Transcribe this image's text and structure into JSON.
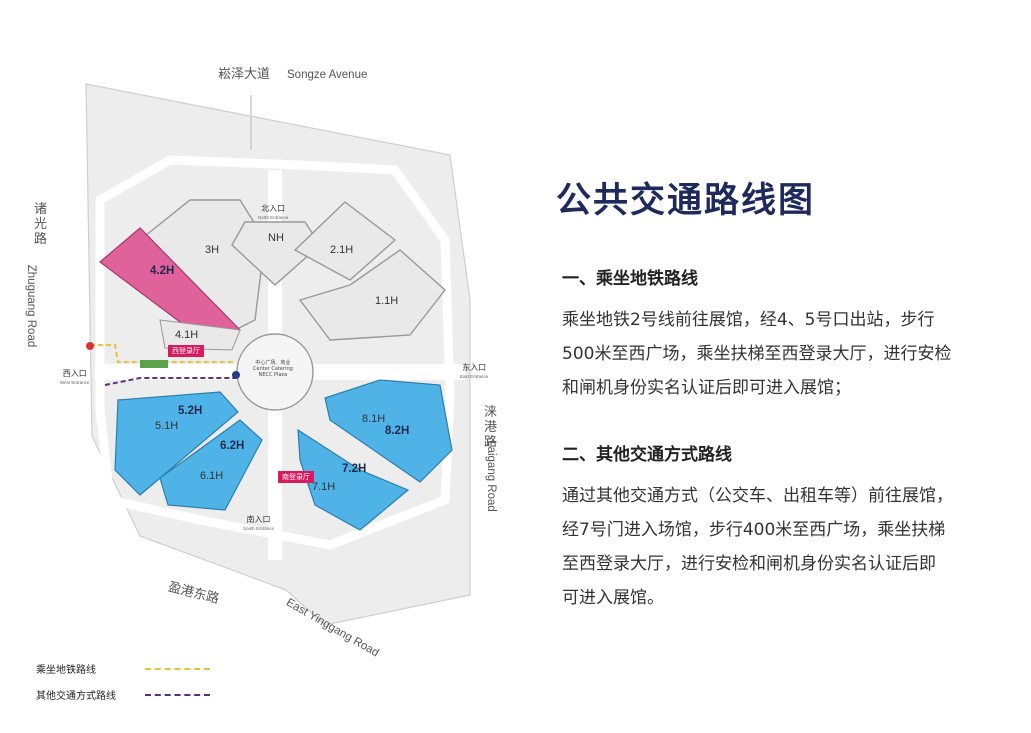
{
  "title": "公共交通路线图",
  "sections": [
    {
      "heading": "一、乘坐地铁路线",
      "lines": [
        "乘坐地铁2号线前往展馆，经4、5号口出站，步行",
        "500米至西广场，乘坐扶梯至西登录大厅，进行安检",
        "和闸机身份实名认证后即可进入展馆；"
      ]
    },
    {
      "heading": "二、其他交通方式路线",
      "lines": [
        "通过其他交通方式（公交车、出租车等）前往展馆，",
        "经7号门进入场馆，步行400米至西广场，乘坐扶梯",
        "至西登录大厅，进行安检和闸机身份实名认证后即",
        "可进入展馆。"
      ]
    }
  ],
  "map": {
    "roads": {
      "north_cn": "崧泽大道",
      "north_en": "Songze Avenue",
      "west_cn": "诸光路",
      "west_en": "Zhuguang Road",
      "east_cn": "涞港路",
      "east_en": "Laigang Road",
      "south_cn": "盈港东路",
      "south_en": "East Yinggang Road"
    },
    "gates": {
      "north_cn": "北入口",
      "north_en": "North Entrance",
      "south_cn": "南入口",
      "south_en": "South Entrance",
      "east_cn": "东入口",
      "east_en": "East Entrance",
      "west_cn": "西入口",
      "west_en": "West Entrance"
    },
    "halls": {
      "h3": "3H",
      "nh": "NH",
      "h2_1": "2.1H",
      "h1_1": "1.1H",
      "h4_2": "4.2H",
      "h4_1": "4.1H",
      "h5_2": "5.2H",
      "h5_1": "5.1H",
      "h6_2": "6.2H",
      "h6_1": "6.1H",
      "h8_1": "8.1H",
      "h8_2": "8.2H",
      "h7_2": "7.2H",
      "h7_1": "7.1H"
    },
    "west_hall_tag": "西登录厅",
    "south_hall_tag": "南登录厅",
    "plaza_cn": "中心广场、商业",
    "plaza_en_1": "Center Catering",
    "plaza_en_2": "NECC Plaza",
    "colors": {
      "highlight_pink": "#e0629a",
      "highlight_blue": "#4fb3e8",
      "title": "#1f2a5c",
      "metro_line": "#e8c23a",
      "other_line": "#5b2d82"
    }
  },
  "legend": {
    "metro": "乘坐地铁路线",
    "other": "其他交通方式路线"
  }
}
